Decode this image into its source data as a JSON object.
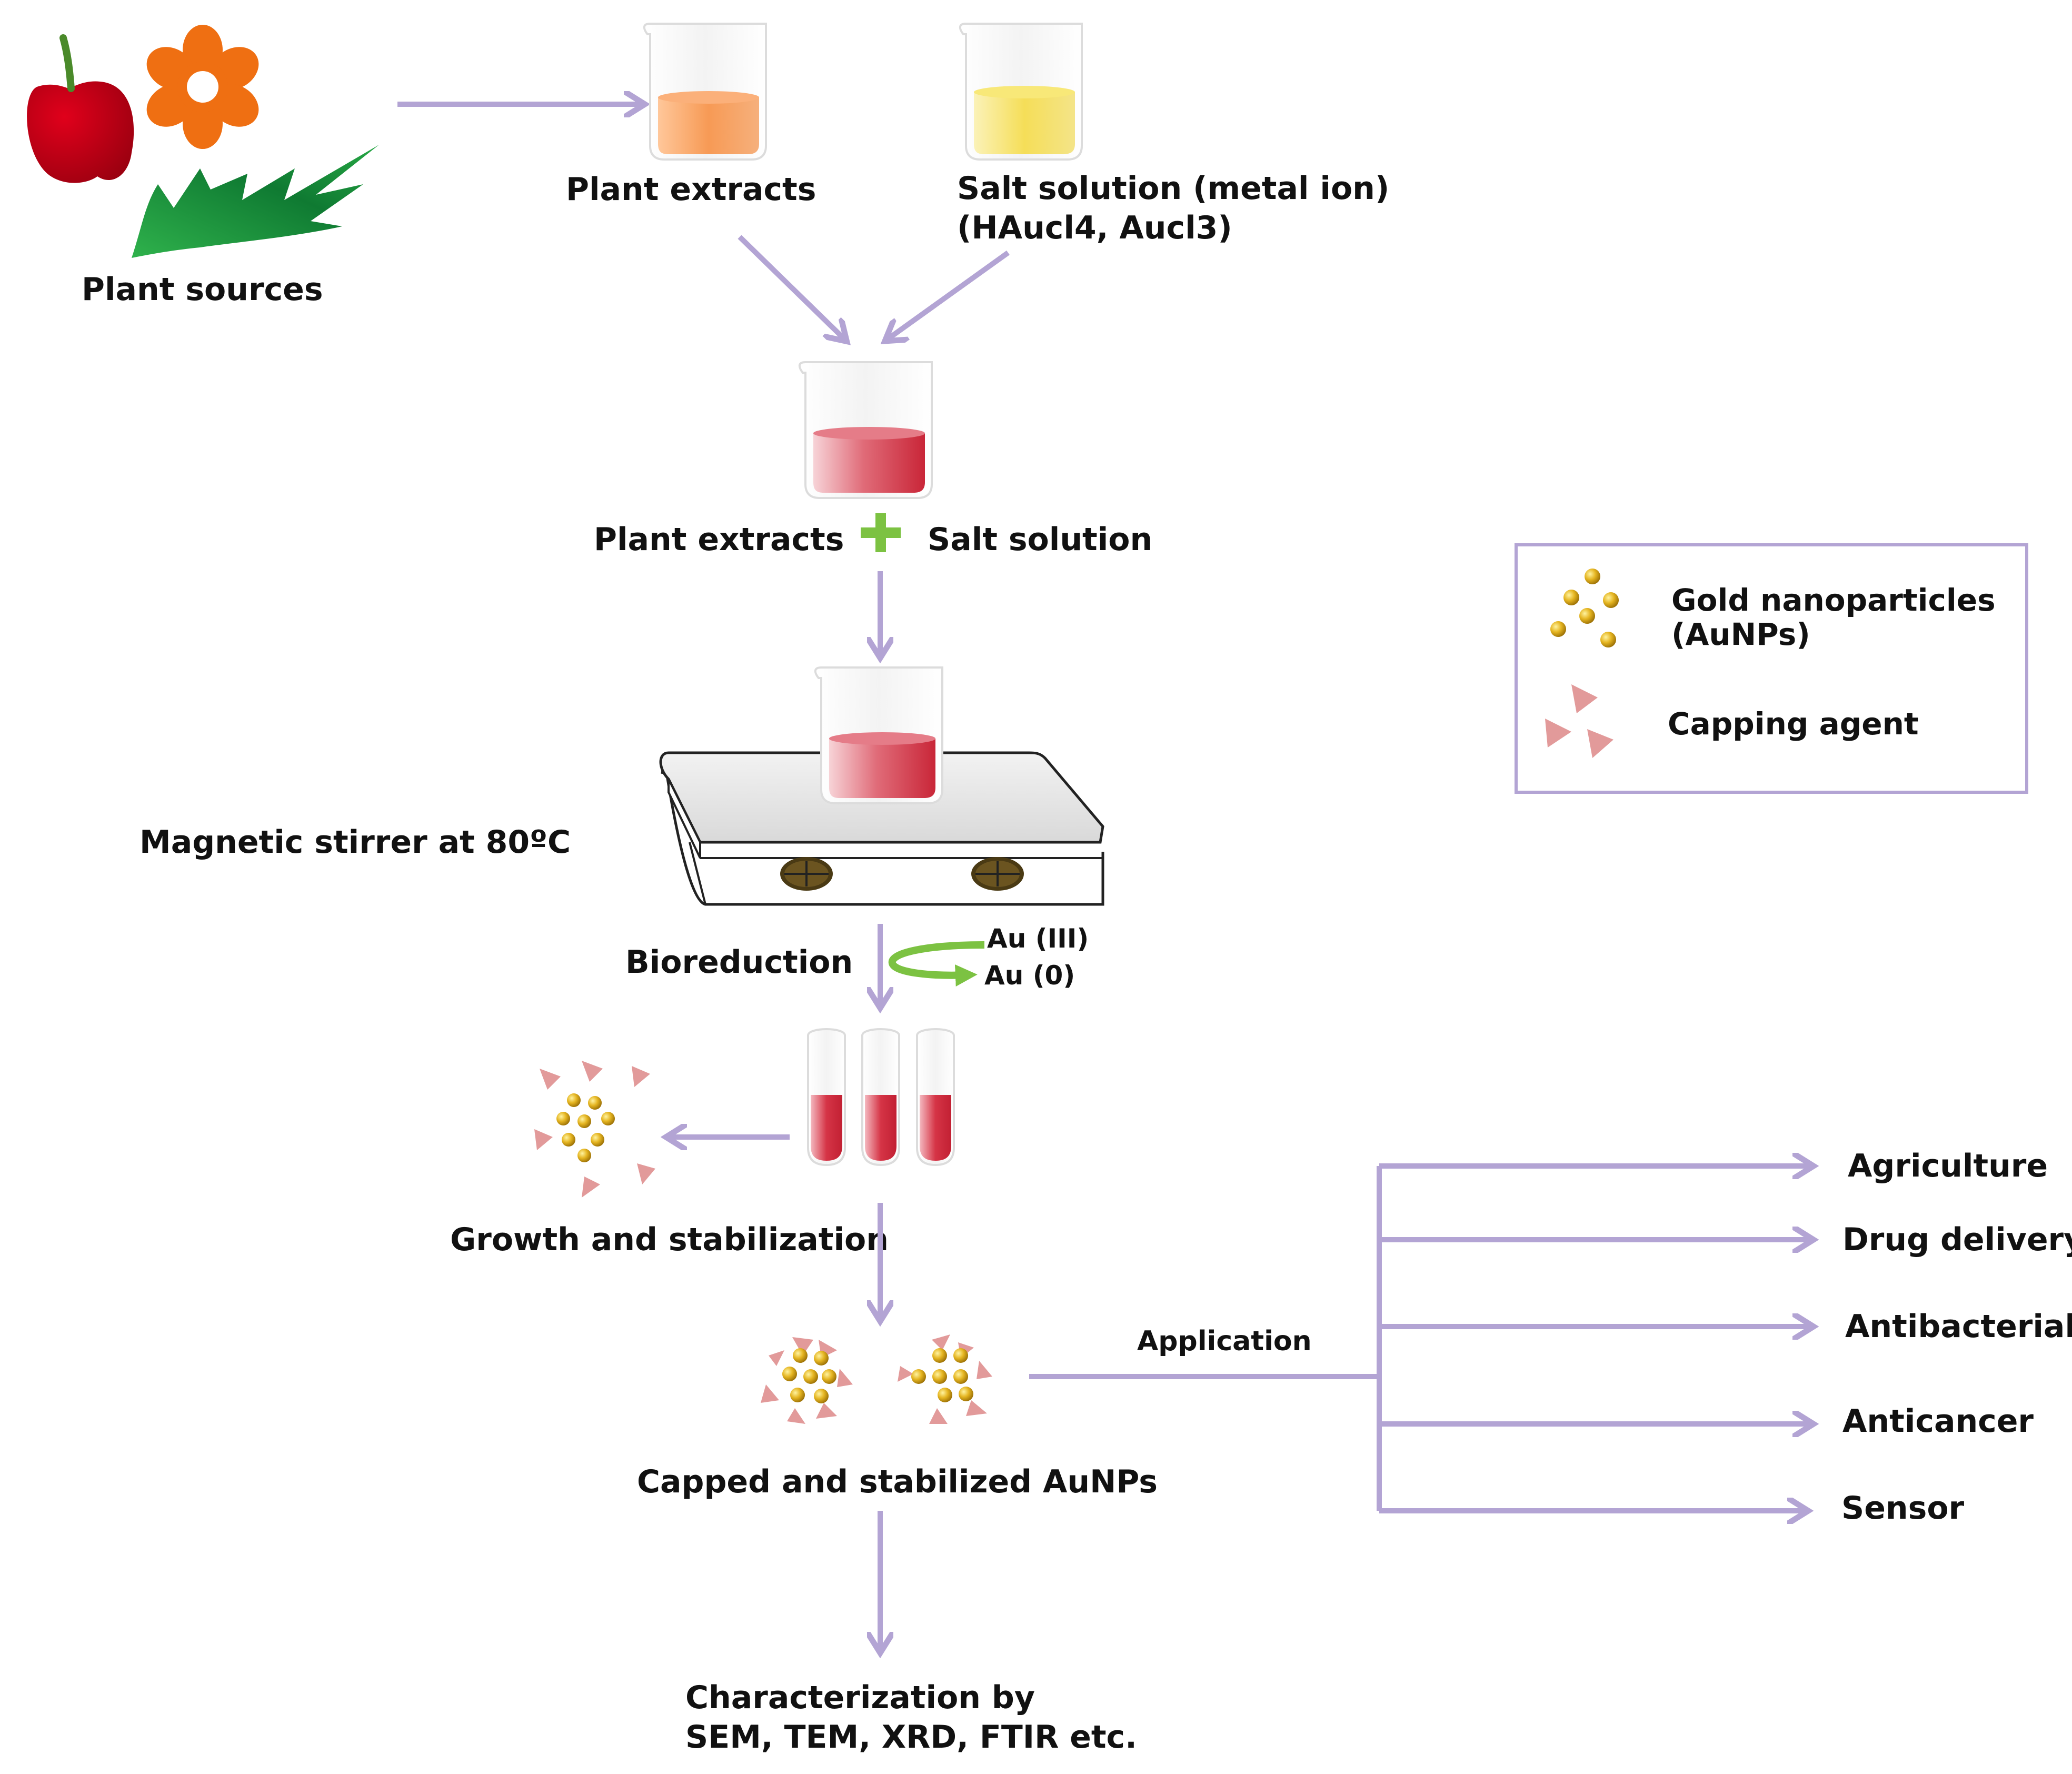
{
  "sources": {
    "plant_sources": "Plant sources",
    "plant_extracts": "Plant extracts",
    "salt_solution_line1": "Salt solution (metal ion)",
    "salt_solution_line2": "(HAucl4, Aucl3)"
  },
  "mixing": {
    "left_label": "Plant extracts",
    "right_label": "Salt solution",
    "stirrer_label": "Magnetic stirrer at 80ºC"
  },
  "reduction": {
    "label": "Bioreduction",
    "from_state": "Au (III)",
    "to_state": "Au (0)"
  },
  "growth": {
    "label": "Growth and stabilization"
  },
  "capped": {
    "label": "Capped and stabilized AuNPs"
  },
  "characterization": {
    "line1": "Characterization by",
    "line2": "SEM, TEM, XRD, FTIR etc."
  },
  "application": {
    "label": "Application",
    "items": [
      "Agriculture",
      "Drug delivery",
      "Antibacterial",
      "Anticancer",
      "Sensor"
    ]
  },
  "legend": {
    "nanoparticles_line1": "Gold nanoparticles",
    "nanoparticles_line2": "(AuNPs)",
    "capping_agent": "Capping agent"
  },
  "colors": {
    "arrow": "#b3a4d4",
    "legend_border": "#b3a4d4",
    "gold": "#d4a317",
    "capping_agent": "#e29a9a",
    "red_solution": "#cc2b3c",
    "orange_extract": "#f79a55",
    "yellow_salt": "#f5de58",
    "green_plus": "#7cc242",
    "leaf_green": "#22a845",
    "apple_red": "#c8000f",
    "flower_orange": "#ef6f12"
  }
}
